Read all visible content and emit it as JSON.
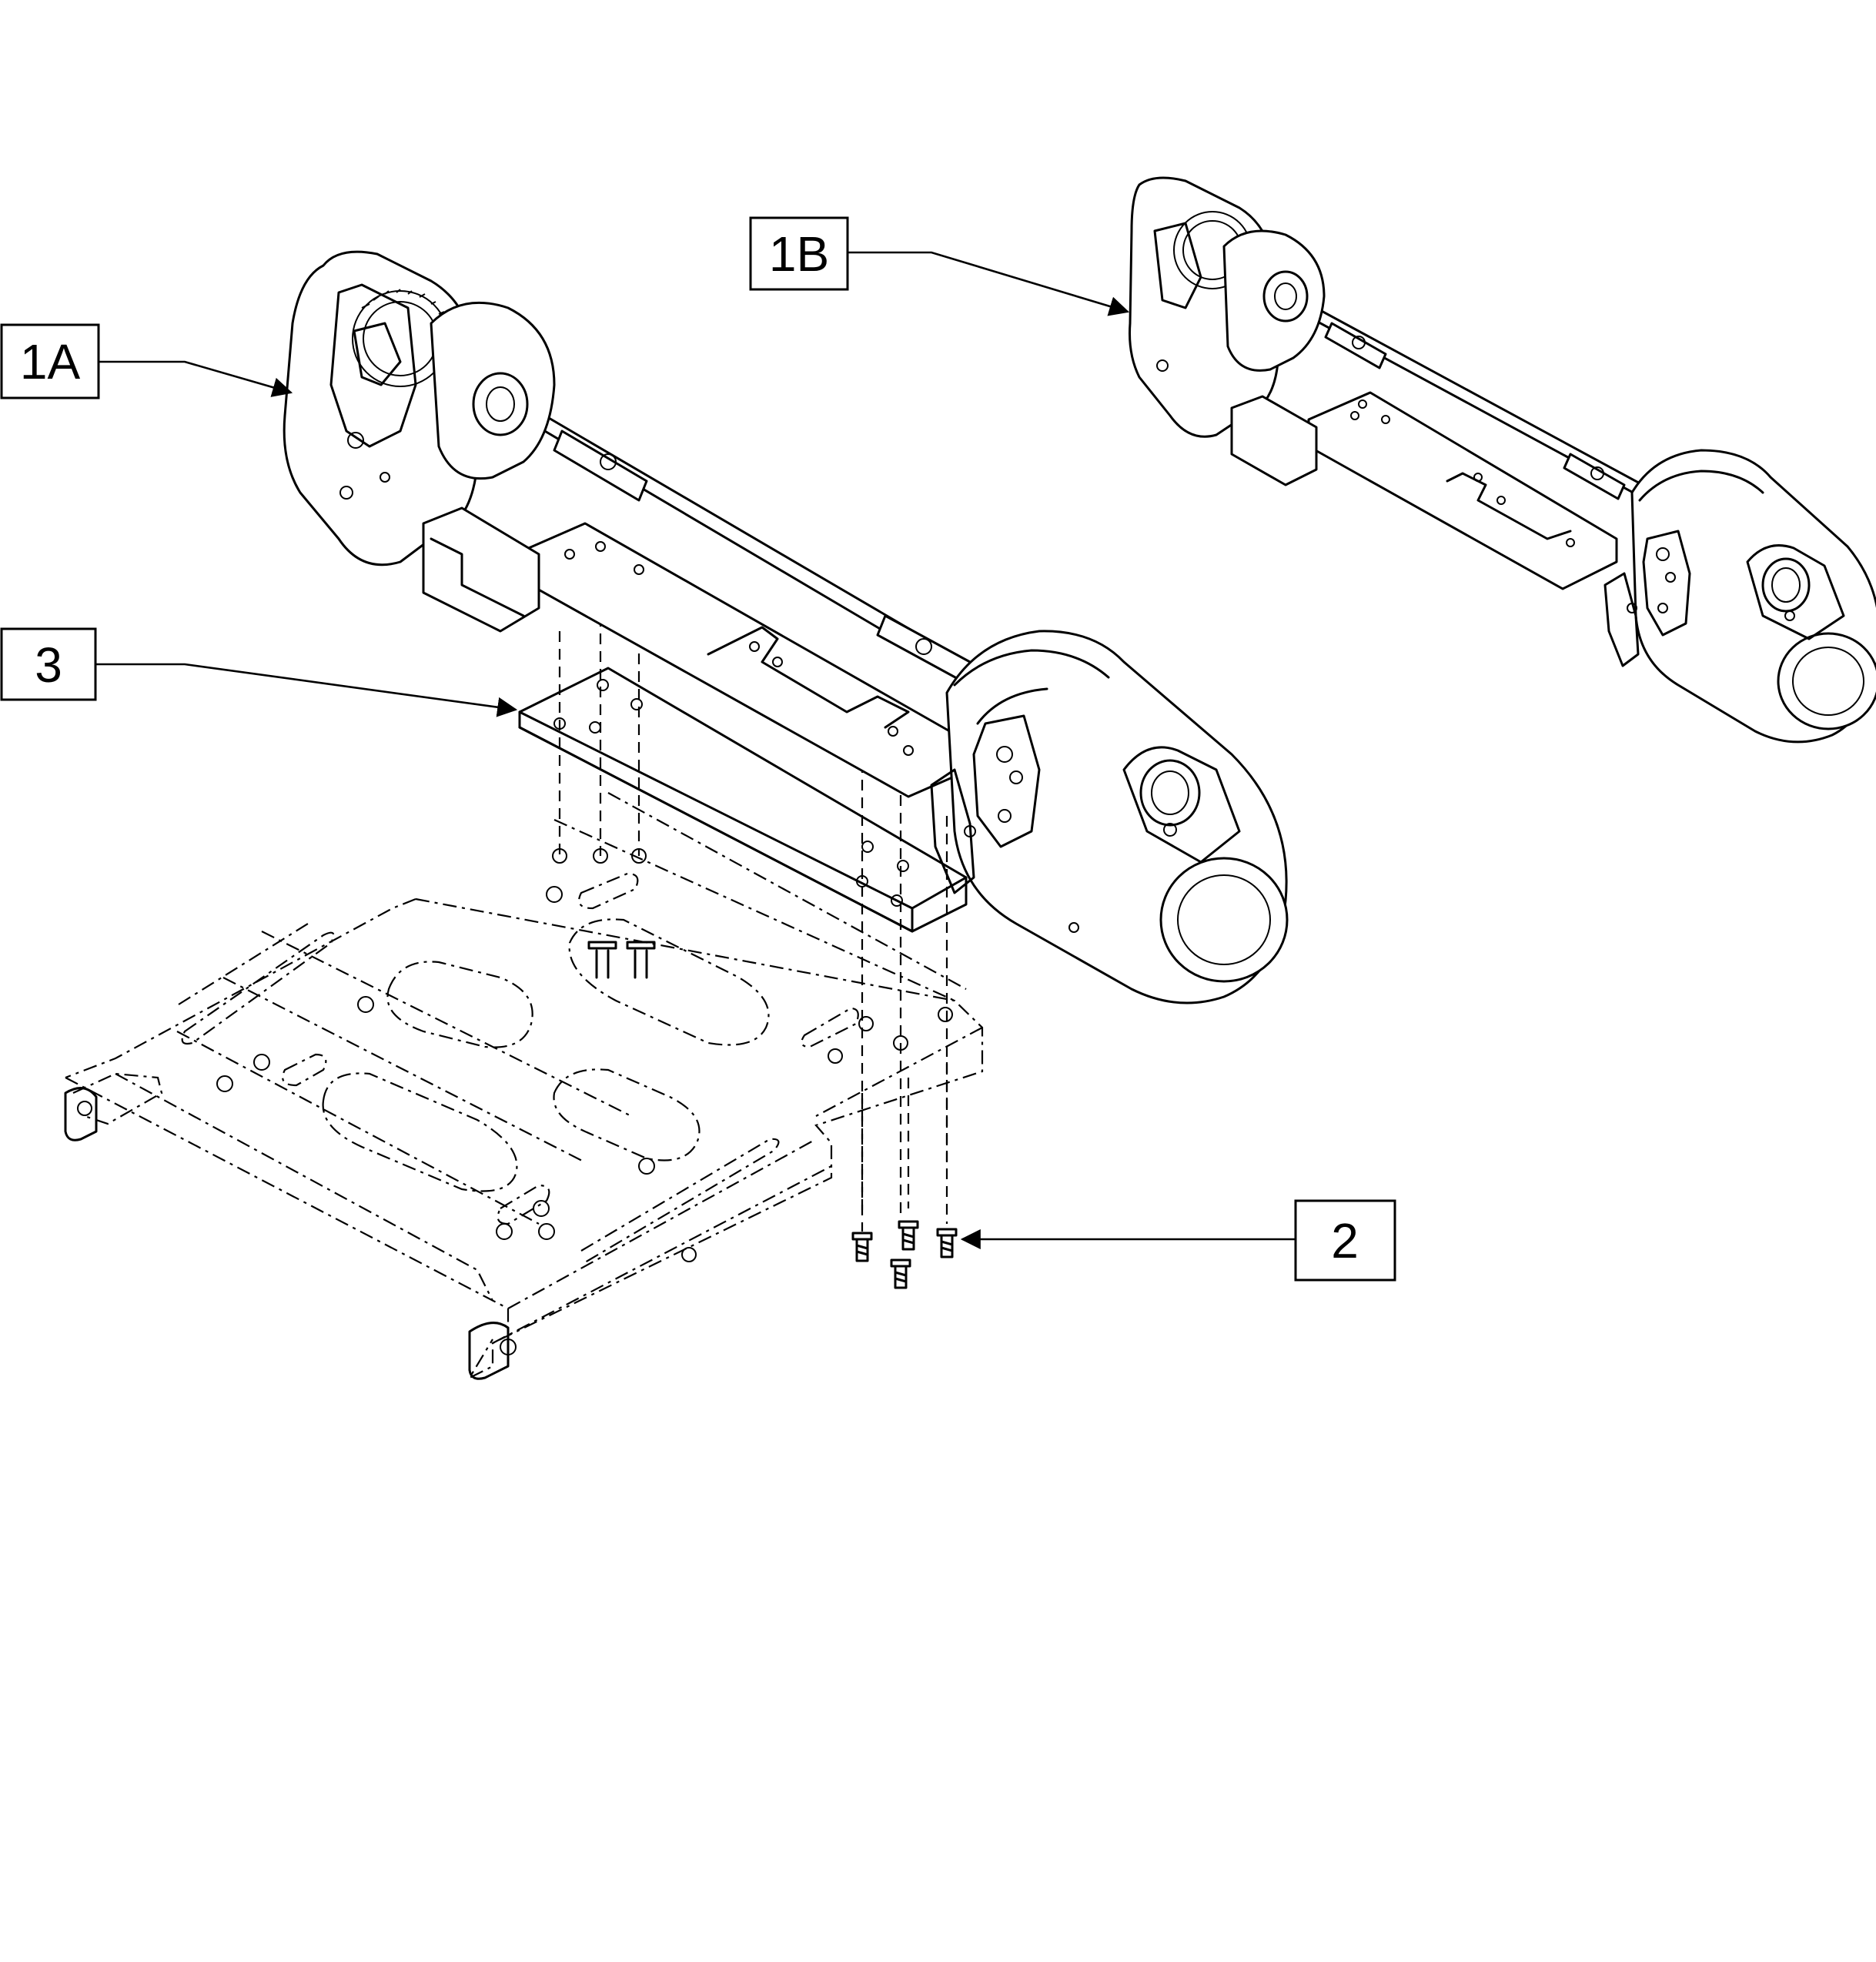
{
  "callouts": {
    "c1a": "1A",
    "c1b": "1B",
    "c3": "3",
    "c2": "2"
  }
}
